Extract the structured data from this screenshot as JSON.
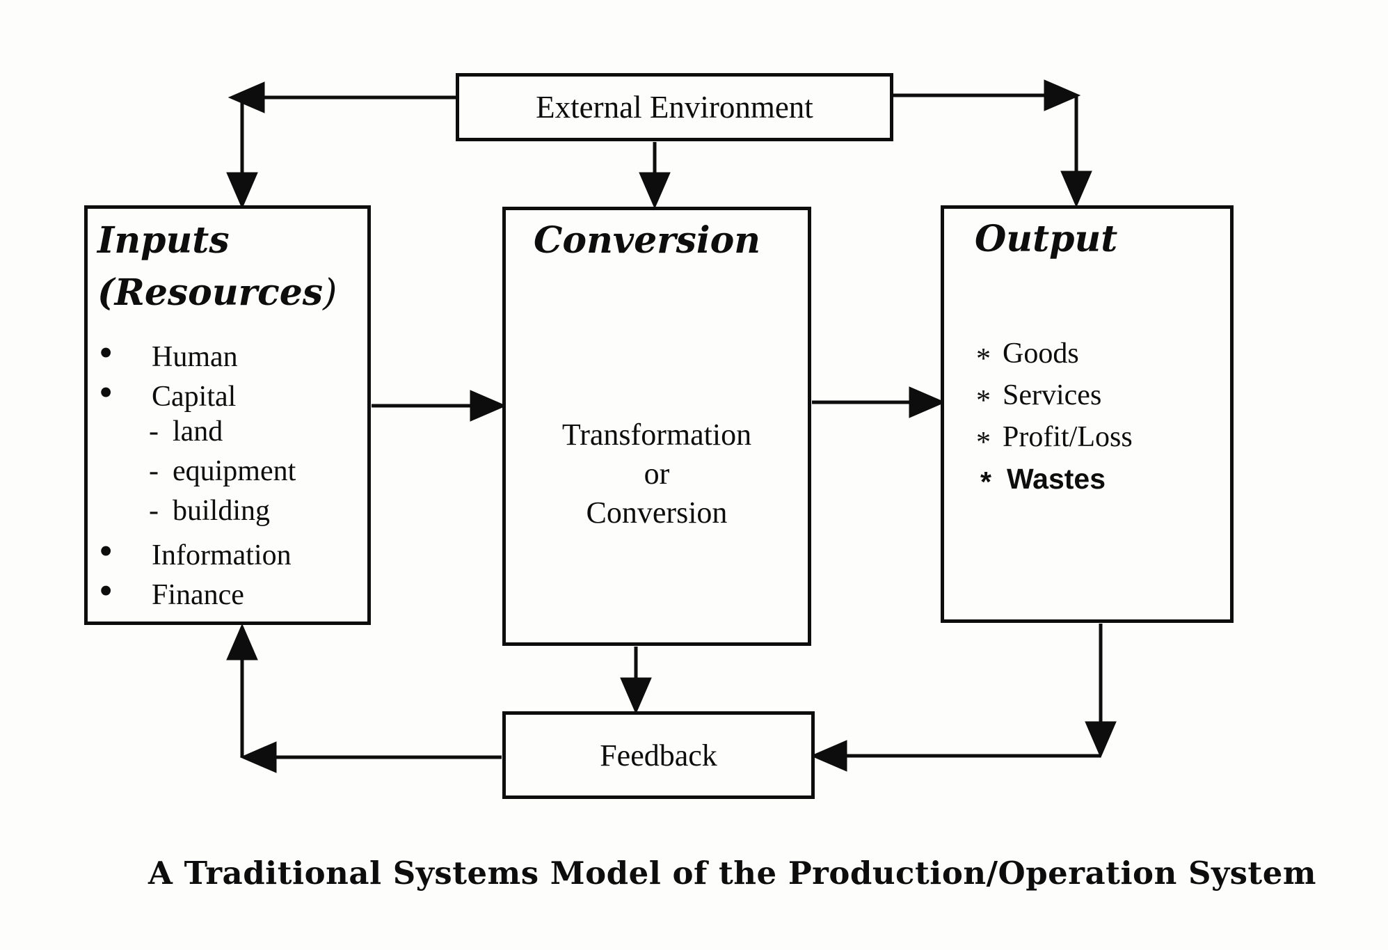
{
  "diagram": {
    "external_environment": {
      "label": "External Environment"
    },
    "inputs": {
      "title_line1": "Inputs",
      "title_line2_bold": "(Resources",
      "title_line2_paren": ")",
      "items": [
        {
          "marker": "•",
          "label": "Human"
        },
        {
          "marker": "•",
          "label": "Capital"
        },
        {
          "marker": "-",
          "label": "land"
        },
        {
          "marker": "-",
          "label": "equipment"
        },
        {
          "marker": "-",
          "label": "building"
        },
        {
          "marker": "•",
          "label": "Information"
        },
        {
          "marker": "•",
          "label": "Finance"
        }
      ]
    },
    "conversion": {
      "title": "Conversion",
      "body_lines": [
        "Transformation",
        "or",
        "Conversion"
      ]
    },
    "output": {
      "title": "Output",
      "items": [
        {
          "marker": "*",
          "label": "Goods"
        },
        {
          "marker": "*",
          "label": "Services"
        },
        {
          "marker": "*",
          "label": "Profit/Loss"
        },
        {
          "marker": "*",
          "label": "Wastes"
        }
      ]
    },
    "feedback": {
      "label": "Feedback"
    },
    "caption": "A Traditional Systems Model of the Production/Operation System",
    "colors": {
      "ink": "#0d0d0d",
      "background": "#fdfdfb"
    }
  }
}
